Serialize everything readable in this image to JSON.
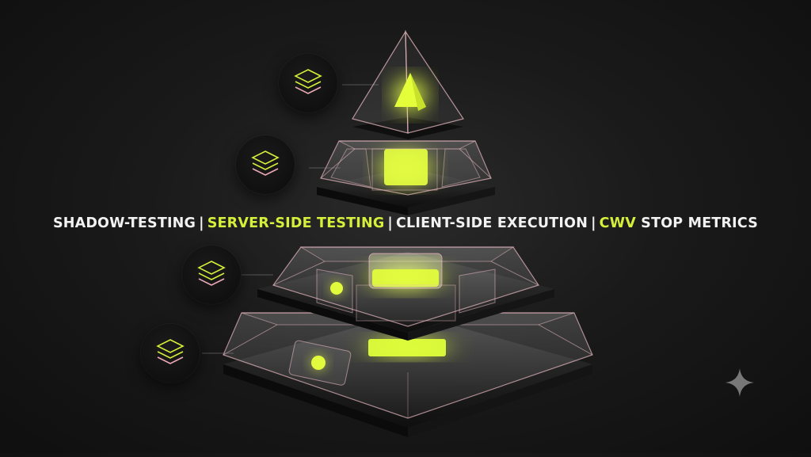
{
  "headline": {
    "part1": "SHADOW-TESTING",
    "part2": "SERVER-SIDE TESTING",
    "part3": "CLIENT-SIDE EXECUTION",
    "part4_highlight": "CWV",
    "part4_rest": " STOP METRICS",
    "separator": "|"
  },
  "colors": {
    "background": "#161616",
    "accent_lime": "#d6ef3a",
    "glass_edge": "#e8b9c2",
    "text": "#f2f2f2"
  },
  "icons": {
    "tier_icon": "layers-icon",
    "corner_icon": "sparkle-icon"
  }
}
